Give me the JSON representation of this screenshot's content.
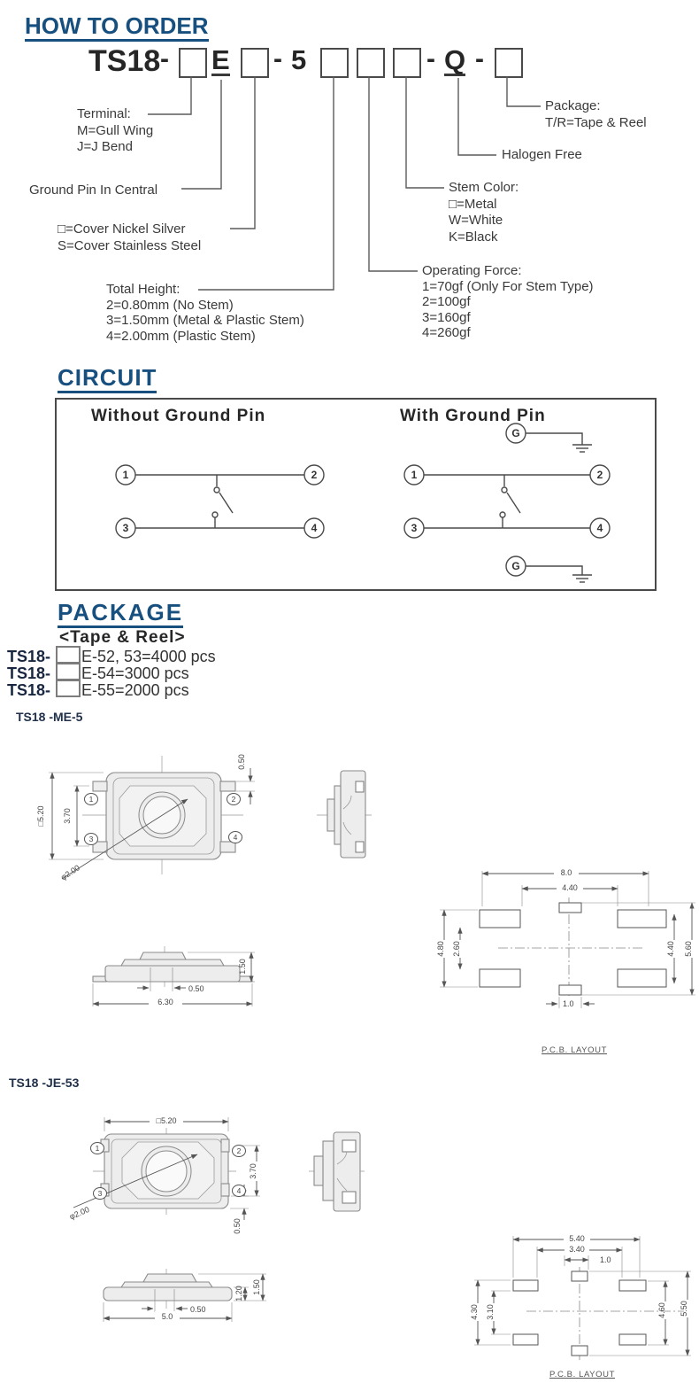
{
  "how_to_order": {
    "title": "HOW TO ORDER",
    "code": {
      "prefix": "TS18",
      "dash1": "-",
      "e": "E",
      "dash2": "-",
      "five": "5",
      "dash3": "-",
      "q": "Q",
      "dash4": "-"
    },
    "terminal": {
      "l1": "Terminal:",
      "l2": "M=Gull Wing",
      "l3": "J=J Bend"
    },
    "ground_pin": "Ground Pin In Central",
    "cover": {
      "l1": "□=Cover Nickel Silver",
      "l2": "S=Cover Stainless Steel"
    },
    "total_height": {
      "l1": "Total Height:",
      "l2": "2=0.80mm (No Stem)",
      "l3": "3=1.50mm (Metal & Plastic Stem)",
      "l4": "4=2.00mm (Plastic Stem)"
    },
    "stem_color": {
      "l1": "Stem Color:",
      "l2": "□=Metal",
      "l3": "W=White",
      "l4": "K=Black"
    },
    "operating_force": {
      "l1": "Operating Force:",
      "l2": "1=70gf (Only For Stem Type)",
      "l3": "2=100gf",
      "l4": "3=160gf",
      "l5": "4=260gf"
    },
    "halogen_free": "Halogen Free",
    "package_note": {
      "l1": "Package:",
      "l2": "T/R=Tape & Reel"
    }
  },
  "circuit": {
    "title": "CIRCUIT",
    "left_title": "Without Ground Pin",
    "right_title": "With Ground Pin",
    "pin1": "1",
    "pin2": "2",
    "pin3": "3",
    "pin4": "4",
    "g": "G"
  },
  "package": {
    "title": "PACKAGE",
    "subtitle": "<Tape & Reel>",
    "item1": {
      "prefix": "TS18-",
      "rest": "E-52, 53=4000 pcs"
    },
    "item2": {
      "prefix": "TS18-",
      "rest": "E-54=3000 pcs"
    },
    "item3": {
      "prefix": "TS18-",
      "rest": "E-55=2000 pcs"
    }
  },
  "me5": {
    "label": "TS18 -ME-5",
    "top": {
      "side": "□5.20",
      "inner": "3.70",
      "tab": "0.50",
      "stem": "φ2.00",
      "p1": "1",
      "p2": "2",
      "p3": "3",
      "p4": "4"
    },
    "front": {
      "height": "1.50",
      "post": "0.50",
      "width": "6.30"
    },
    "pcb": {
      "w_outer": "8.0",
      "w_inner": "4.40",
      "h_left_outer": "4.80",
      "h_left_inner": "2.60",
      "h_right_inner": "4.40",
      "h_right_outer": "5.60",
      "pad": "1.0",
      "caption": "P.C.B.  LAYOUT"
    }
  },
  "je53": {
    "label": "TS18 -JE-53",
    "top": {
      "side": "□5.20",
      "inner": "3.70",
      "tab": "0.50",
      "stem": "φ2.00",
      "p1": "1",
      "p2": "2",
      "p3": "3",
      "p4": "4"
    },
    "front": {
      "h1": "1.20",
      "h2": "1.50",
      "post": "0.50",
      "width": "5.0"
    },
    "pcb": {
      "w_outer": "5.40",
      "w_inner": "3.40",
      "pad": "1.0",
      "h_left_outer": "4.30",
      "h_left_inner": "3.10",
      "h_right_inner": "4.60",
      "h_right_outer": "5.50",
      "caption": "P.C.B.  LAYOUT"
    }
  }
}
